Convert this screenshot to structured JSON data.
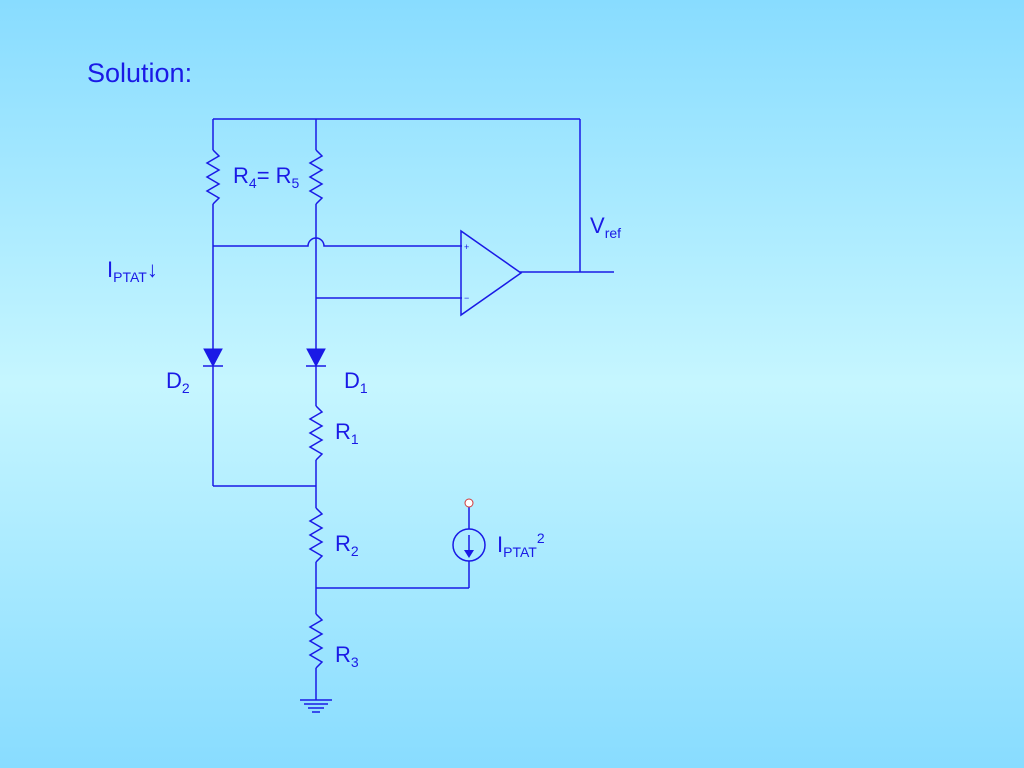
{
  "slide": {
    "title": "Solution:"
  },
  "labels": {
    "r4r5": {
      "r4_main": "R",
      "r4_sub": "4",
      "eq": "= ",
      "r5_main": "R",
      "r5_sub": "5"
    },
    "vref": {
      "main": "V",
      "sub": "ref"
    },
    "iptat_down": {
      "main": "I",
      "sub": "PTAT",
      "arrow": "↓"
    },
    "d2": {
      "main": "D",
      "sub": "2"
    },
    "d1": {
      "main": "D",
      "sub": "1"
    },
    "r1": {
      "main": "R",
      "sub": "1"
    },
    "r2": {
      "main": "R",
      "sub": "2"
    },
    "r3": {
      "main": "R",
      "sub": "3"
    },
    "iptat2": {
      "main": "I",
      "sub": "PTAT",
      "sup": "2"
    },
    "opamp_plus": "+",
    "opamp_minus": "−"
  },
  "colors": {
    "wire": "#1a1ae6",
    "background_top": "#88dcff",
    "background_mid": "#c6f6ff"
  }
}
